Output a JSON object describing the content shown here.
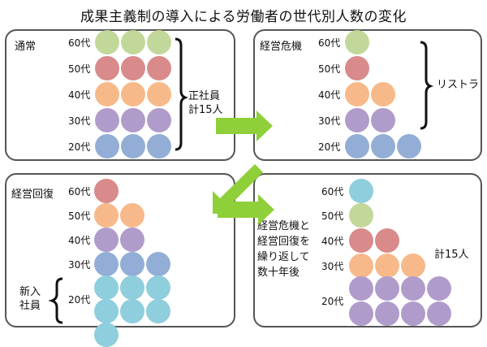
{
  "title": "成果主義制の導入による労働者の世代別人数の変化",
  "colors": {
    "age60": "#c2d89a",
    "age50": "#d98a8a",
    "age40": "#f8b98a",
    "age30": "#b09ccb",
    "age20": "#93aed6",
    "new": "#8fcedc",
    "arrow": "#8fd03a"
  },
  "panels": {
    "normal": {
      "label": "通常",
      "rows": [
        {
          "age": "60代",
          "count": 3,
          "color": "age60"
        },
        {
          "age": "50代",
          "count": 3,
          "color": "age50"
        },
        {
          "age": "40代",
          "count": 3,
          "color": "age40"
        },
        {
          "age": "30代",
          "count": 3,
          "color": "age30"
        },
        {
          "age": "20代",
          "count": 3,
          "color": "age20"
        }
      ],
      "bracket_label": [
        "正社員",
        "計15人"
      ]
    },
    "crisis": {
      "label": "経営危機",
      "rows": [
        {
          "age": "60代",
          "count": 1,
          "color": "age60"
        },
        {
          "age": "50代",
          "count": 1,
          "color": "age50"
        },
        {
          "age": "40代",
          "count": 2,
          "color": "age40"
        },
        {
          "age": "30代",
          "count": 2,
          "color": "age30"
        },
        {
          "age": "20代",
          "count": 3,
          "color": "age20"
        }
      ],
      "bracket_label": "リストラ"
    },
    "recovery": {
      "label": "経営回復",
      "rows": [
        {
          "age": "60代",
          "count": 1,
          "color": "age50"
        },
        {
          "age": "50代",
          "count": 2,
          "color": "age40"
        },
        {
          "age": "40代",
          "count": 2,
          "color": "age30"
        },
        {
          "age": "30代",
          "count": 3,
          "color": "age20"
        },
        {
          "age": "20代",
          "count": 7,
          "color": "new"
        }
      ],
      "new_hire_label": [
        "新入",
        "社員"
      ]
    },
    "decades": {
      "note": [
        "経営危機と",
        "経営回復を",
        "繰り返して",
        "数十年後"
      ],
      "rows": [
        {
          "age": "60代",
          "count": 1,
          "color": "new"
        },
        {
          "age": "50代",
          "count": 1,
          "color": "age60"
        },
        {
          "age": "40代",
          "count": 2,
          "color": "age50"
        },
        {
          "age": "30代",
          "count": 3,
          "color": "age40"
        },
        {
          "age": "20代",
          "count": 8,
          "color": "age30"
        }
      ],
      "total_label": "計15人"
    }
  }
}
